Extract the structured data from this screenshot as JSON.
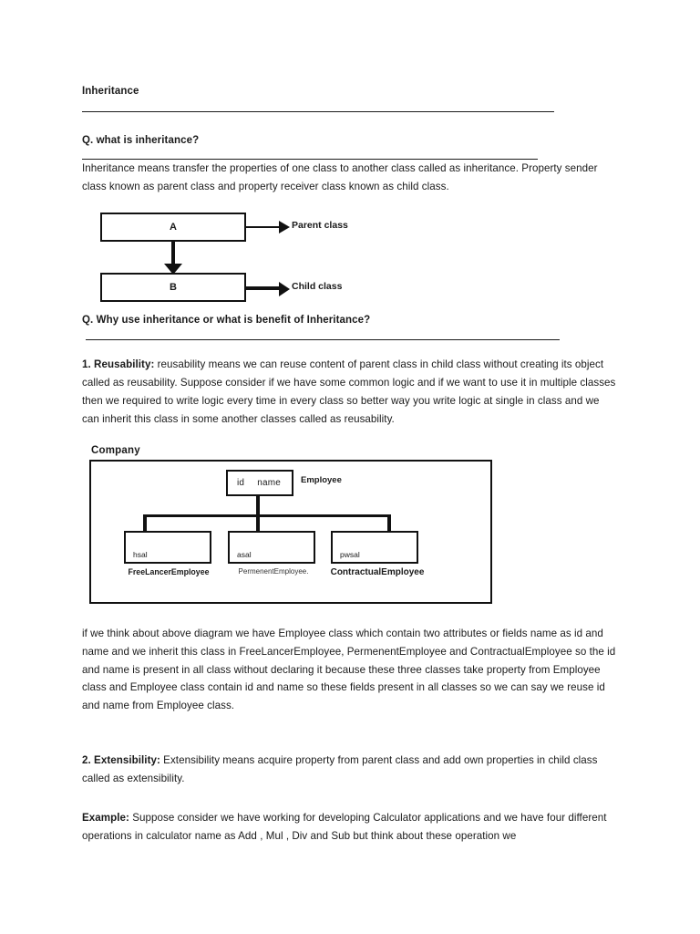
{
  "document": {
    "title": "Inheritance",
    "sections": {
      "q1": {
        "heading": "Q. what is inheritance?",
        "para1": "Inheritance means transfer the properties of one class to another class called as inheritance. Property sender class known as parent class and property receiver class known as child class."
      },
      "q2": {
        "heading": "Q. Why use inheritance or what is benefit of Inheritance?"
      },
      "reusability": {
        "label": "1. Reusability:",
        "text": "  reusability means we can reuse content of parent class in child class without creating its object called as reusability. Suppose consider if we have some common logic and if we want to use it in multiple classes then we required to write logic every time in every class so better way you write logic at single in class and we can inherit this class in some another classes called as reusability.",
        "explanation": "if we think about above diagram we have Employee class which contain two attributes or fields name as id and name and we inherit this class in FreeLancerEmployee, PermenentEmployee and ContractualEmployee so the id and name is present in all class without declaring it because these three classes take property from Employee class and Employee class contain id and name so these fields present in all classes so we can say we reuse id and name from Employee class."
      },
      "extensibility": {
        "label": "2. Extensibility:",
        "text": " Extensibility means acquire property from parent class and add own properties in child class called as extensibility."
      },
      "example": {
        "label": "Example:",
        "text": " Suppose consider we have working for developing Calculator applications and we have four different operations in calculator name as Add  ,  Mul   , Div and Sub but think about these operation we"
      }
    }
  },
  "diagram_ab": {
    "parent_box": "A",
    "child_box": "B",
    "parent_label": "Parent class",
    "child_label": "Child class"
  },
  "diagram_company": {
    "title": "Company",
    "root": {
      "field1": "id",
      "field2": "name",
      "label": "Employee"
    },
    "children": [
      {
        "field": "hsal",
        "label": "FreeLancerEmployee"
      },
      {
        "field": "asal",
        "label": "PermenentEmployee."
      },
      {
        "field": "pwsal",
        "label": "ContractualEmployee"
      }
    ]
  },
  "colors": {
    "page_background": "#ffffff",
    "text": "#1a1a1a",
    "diagram_stroke": "#111111"
  }
}
